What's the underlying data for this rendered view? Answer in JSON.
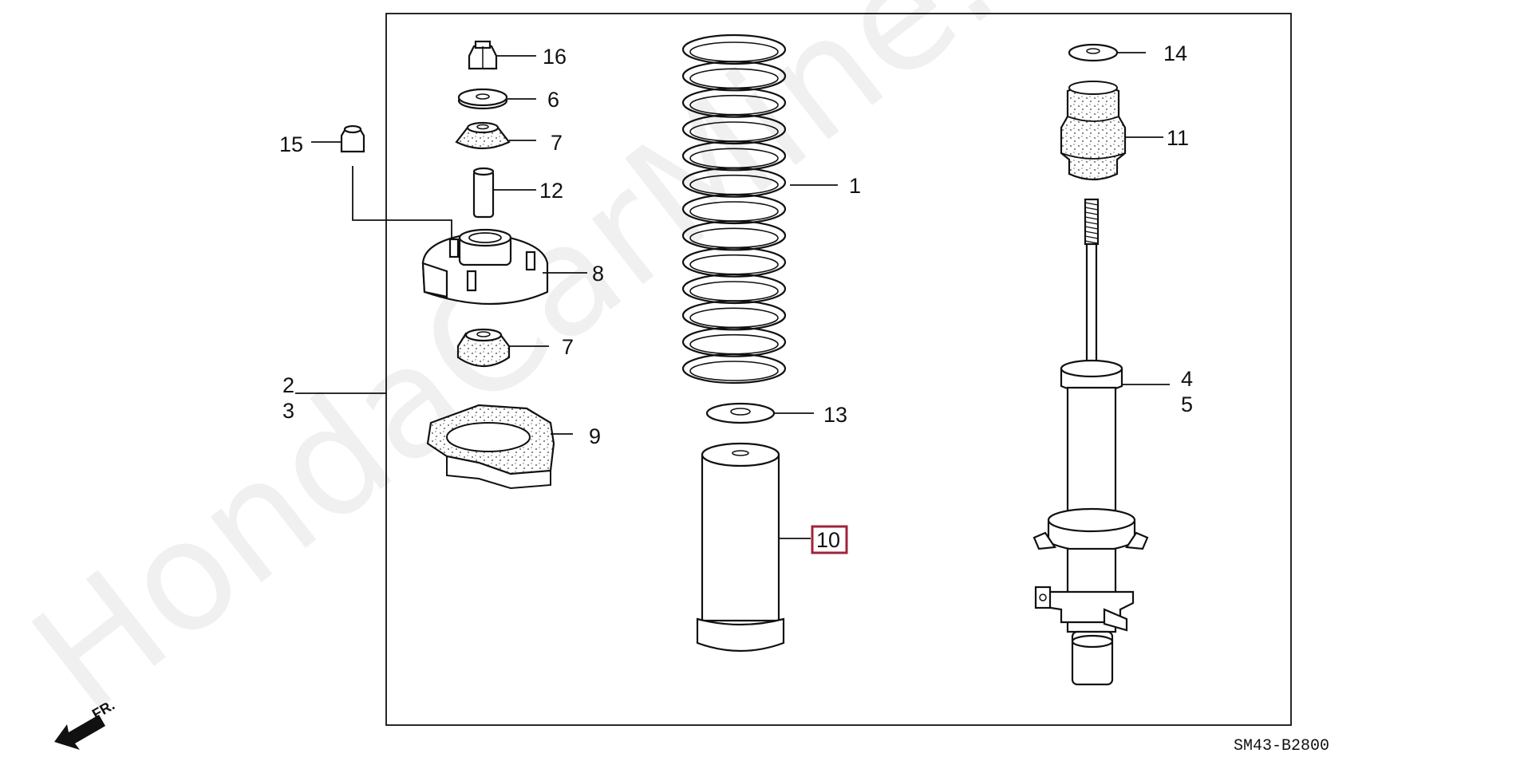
{
  "watermark": "HondaCarMine.ru",
  "diagram_code": "SM43-B2800",
  "front_indicator": "FR.",
  "highlighted_callout": "10",
  "callouts": {
    "c1": "1",
    "c2": "2",
    "c3": "3",
    "c4": "4",
    "c5": "5",
    "c6": "6",
    "c7a": "7",
    "c7b": "7",
    "c8": "8",
    "c9": "9",
    "c10": "10",
    "c11": "11",
    "c12": "12",
    "c13": "13",
    "c14": "14",
    "c15": "15",
    "c16": "16"
  },
  "colors": {
    "highlight": "#a0243a",
    "line": "#111111"
  }
}
